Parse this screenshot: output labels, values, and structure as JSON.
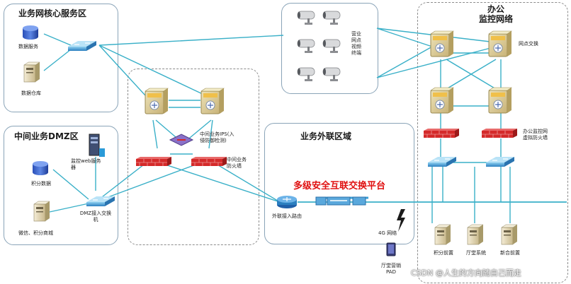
{
  "zones": {
    "core": "业务网核心服务区",
    "dmz": "中间业务DMZ区",
    "external": "业务外联区域",
    "office": "办公\n监控网络"
  },
  "labels": {
    "data_service": "数据服务",
    "data_warehouse": "数据仓库",
    "monitor_web": "监控web服务\n器",
    "points_data": "积分数据",
    "wechat_points": "微信、积分商城",
    "dmz_switch": "DMZ接入交换\n机",
    "ips": "中间业务IPS(入\n侵防御检测)",
    "firewall": "中间业务\n防火墙",
    "ext_router": "外联接入路由",
    "platform": "多级安全互联交换平台",
    "cameras": "营业\n网点\n视频\n终端",
    "branch_switch": "网点交换",
    "office_firewall": "办公监控网\n虚拟防火墙",
    "network_4g": "4G 网络",
    "hall_pad": "厅堂营销\nPAD",
    "points_front": "积分前置",
    "hall_system": "厅堂系统",
    "new_front": "新合前置"
  },
  "watermark": "CSDN @人生的方向随自己而走",
  "colors": {
    "line": "#3ab0c8",
    "switch": "#3a9fd6",
    "firewall": "#d42a2a",
    "zone_border": "#8aa4b8",
    "platform_text": "#e01010"
  }
}
